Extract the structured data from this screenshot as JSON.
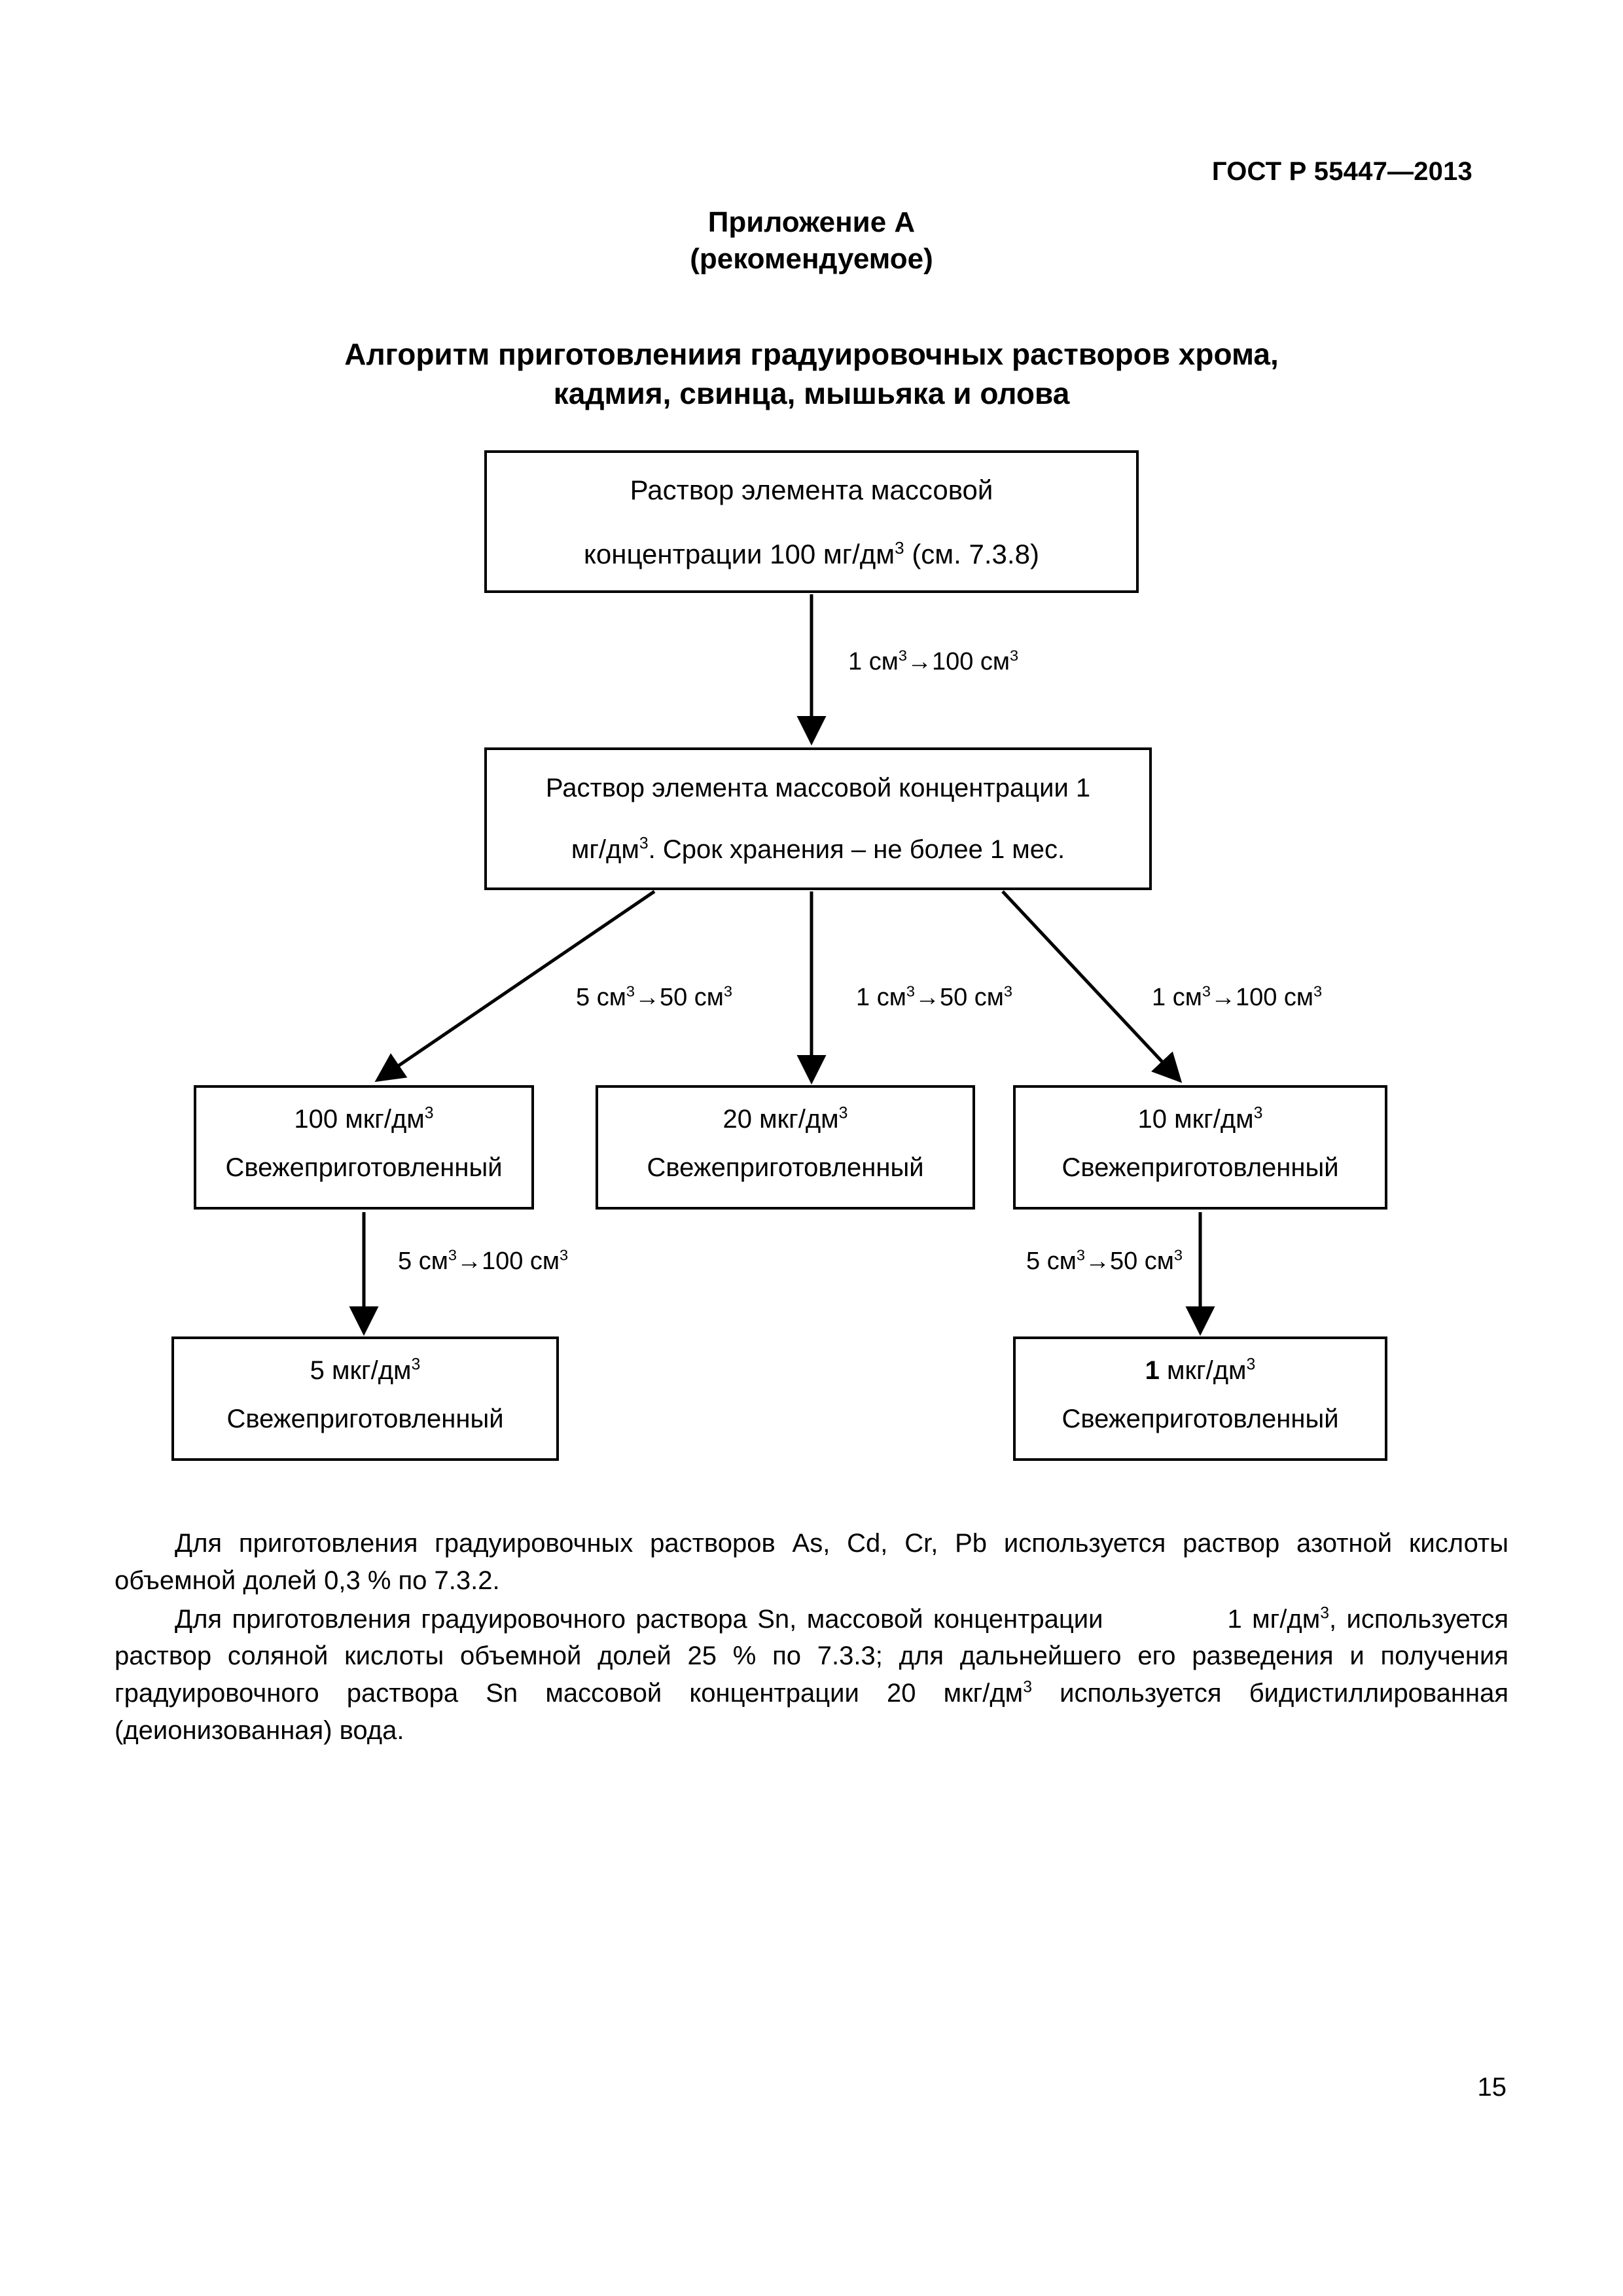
{
  "document": {
    "standard_header": "ГОСТ Р 55447—2013",
    "page_number": "15"
  },
  "annex": {
    "title_line1": "Приложение А",
    "title_line2": "(рекомендуемое)"
  },
  "figure": {
    "title_line1": "Алгоритм приготовлениия градуировочных растворов хрома,",
    "title_line2": "кадмия, свинца, мышьяка и олова",
    "nodes": {
      "stock": {
        "line1": "Раствор элемента массовой",
        "line2_pre": "концентрации 100 мг/дм",
        "line2_sup": "3",
        "line2_post": " (см. 7.3.8)"
      },
      "mg1": {
        "line1": "Раствор элемента массовой концентрации 1",
        "line2_pre": "мг/дм",
        "line2_sup": "3",
        "line2_post": ". Срок хранения – не более 1 мес."
      },
      "mkg100": {
        "value": "100 мкг/дм",
        "value_sup": "3",
        "state": "Свежеприготовленный"
      },
      "mkg20": {
        "value": "20 мкг/дм",
        "value_sup": "3",
        "state": "Свежеприготовленный"
      },
      "mkg10": {
        "value": "10 мкг/дм",
        "value_sup": "3",
        "state": "Свежеприготовленный"
      },
      "mkg5": {
        "value": "5 мкг/дм",
        "value_sup": "3",
        "state": "Свежеприготовленный"
      },
      "mkg1": {
        "value_bold": "1",
        "value": " мкг/дм",
        "value_sup": "3",
        "state": "Свежеприготовленный"
      }
    },
    "edges": {
      "a": {
        "from_vol": "1 см",
        "sup1": "3",
        "arrow": "→",
        "to_vol": "100 см",
        "sup2": "3"
      },
      "b": {
        "from_vol": "5 см",
        "sup1": "3",
        "arrow": "→",
        "to_vol": "50 см",
        "sup2": "3"
      },
      "c": {
        "from_vol": "1 см",
        "sup1": "3",
        "arrow": "→",
        "to_vol": "50 см",
        "sup2": "3"
      },
      "d": {
        "from_vol": "1 см",
        "sup1": "3",
        "arrow": "→",
        "to_vol": "100 см",
        "sup2": "3"
      },
      "e": {
        "from_vol": "5 см",
        "sup1": "3",
        "arrow": "→",
        "to_vol": "100 см",
        "sup2": "3"
      },
      "f": {
        "from_vol": "5 см",
        "sup1": "3",
        "arrow": "→",
        "to_vol": "50 см",
        "sup2": "3"
      }
    }
  },
  "notes": {
    "para1_a": "Для приготовления градуировочных растворов As, Cd, Cr, Pb используется раствор азотной кислоты объемной долей 0,3 % по 7.3.2.",
    "para2_a": "Для приготовления градуировочного раствора Sn, массовой концентрации",
    "para2_b": "1 мг/дм",
    "para2_sup1": "3",
    "para2_c": ", используется раствор соляной кислоты объемной долей 25 % по 7.3.3; для дальнейшего его разведения и получения градуировочного раствора Sn массовой концентрации 20 мкг/дм",
    "para2_sup2": "3",
    "para2_d": " используется бидистиллированная (деионизованная) вода."
  },
  "colors": {
    "ink": "#000000",
    "paper": "#ffffff"
  }
}
